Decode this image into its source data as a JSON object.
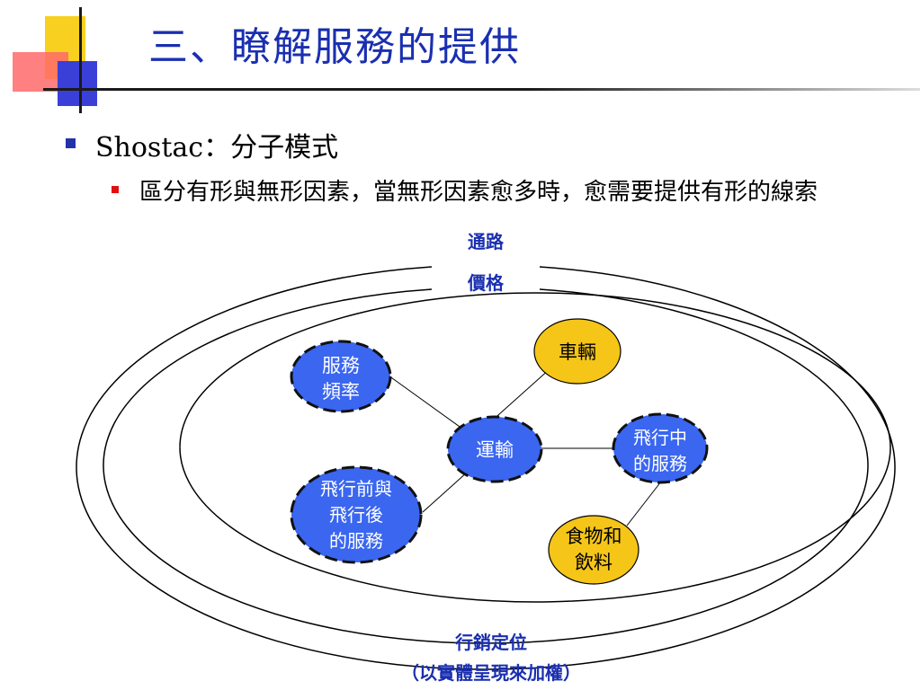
{
  "slide": {
    "title": "三、瞭解服務的提供",
    "bullet1": "Shostac：分子模式",
    "bullet2": "區分有形與無形因素，當無形因素愈多時，愈需要提供有形的線索"
  },
  "diagram": {
    "outer_top_label": "通路",
    "middle_top_label": "價格",
    "bottom_label_1": "行銷定位",
    "bottom_label_2": "（以實體呈現來加權）",
    "nodes": {
      "center": "運輸",
      "vehicle": "車輛",
      "service_freq_1": "服務",
      "service_freq_2": "頻率",
      "inflight_1": "飛行中",
      "inflight_2": "的服務",
      "prepost_1": "飛行前與",
      "prepost_2": "飛行後",
      "prepost_3": "的服務",
      "food_1": "食物和",
      "food_2": "飲料"
    },
    "colors": {
      "intangible": "#3a66f0",
      "tangible": "#f5c518",
      "label_text": "#1a2fb0"
    }
  }
}
